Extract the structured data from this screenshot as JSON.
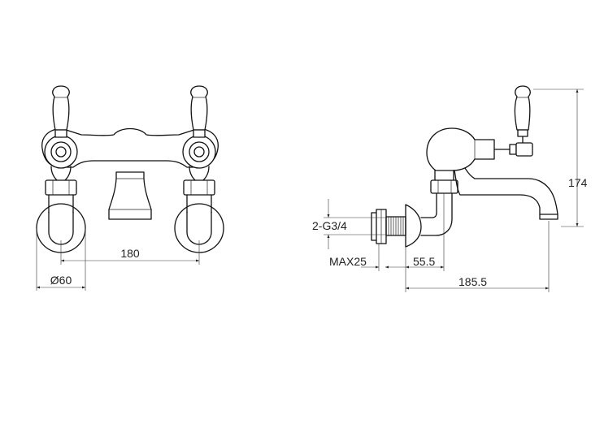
{
  "diagram": {
    "front_view": {
      "center_distance_label": "180",
      "flange_diameter_label": "Ø60"
    },
    "side_view": {
      "height_label": "174",
      "thread_label": "2-G3/4",
      "max_wall_label": "MAX25",
      "offset_label": "55.5",
      "projection_label": "185.5"
    }
  }
}
